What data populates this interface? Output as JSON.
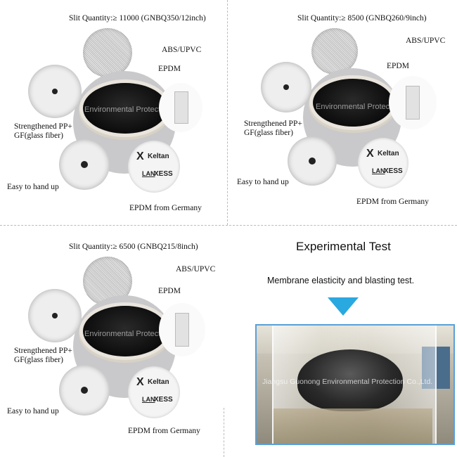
{
  "panels": [
    {
      "slit": "Slit Quantity:≥ 11000 (GNBQ350/12inch)",
      "epdm": "EPDM",
      "abs": "ABS/UPVC",
      "pp": "Strengthened PP+",
      "gf": "GF(glass fiber)",
      "hand": "Easy to hand up",
      "germany": "EPDM from Germany",
      "watermark": "Environmental Protection C..."
    },
    {
      "slit": "Slit Quantity:≥ 8500 (GNBQ260/9inch)",
      "epdm": "EPDM",
      "abs": "ABS/UPVC",
      "pp": "Strengthened PP+",
      "gf": "GF(glass fiber)",
      "hand": "Easy to hand up",
      "germany": "EPDM from Germany",
      "watermark": "Environmental Protection Co..."
    },
    {
      "slit": "Slit Quantity:≥ 6500 (GNBQ215/8inch)",
      "epdm": "EPDM",
      "abs": "ABS/UPVC",
      "pp": "Strengthened PP+",
      "gf": "GF(glass fiber)",
      "hand": "Easy to hand up",
      "germany": "EPDM from Germany",
      "watermark": "Environmental Protection C..."
    }
  ],
  "logos": {
    "keltan": "Keltan",
    "lanxess": "XESS",
    "lanxess_prefix": "LAN"
  },
  "experimental": {
    "title": "Experimental Test",
    "subtitle": "Membrane elasticity and blasting test.",
    "watermark": "Jiangsu Guonong Environmental Protection Co.,Ltd."
  },
  "colors": {
    "arrow": "#2aa8e0",
    "photo_border": "#5aa0d8"
  }
}
